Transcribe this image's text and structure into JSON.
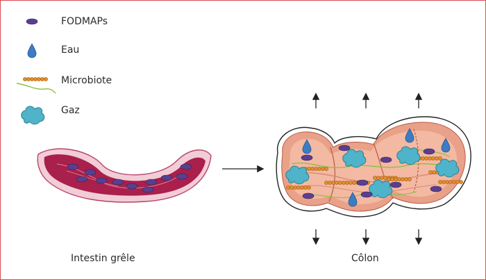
{
  "legend": {
    "items": [
      {
        "label": "FODMAPs",
        "icon": "fodmap-ellipse-icon"
      },
      {
        "label": "Eau",
        "icon": "water-drop-icon"
      },
      {
        "label": "Microbiote",
        "icon": "microbiota-chain-icon"
      },
      {
        "label": "Gaz",
        "icon": "gas-cloud-icon"
      }
    ]
  },
  "captions": {
    "small_intestine": "Intestin grêle",
    "colon": "Côlon"
  },
  "colors": {
    "frame": "#d64b52",
    "fodmap": "#5b3f8e",
    "water": "#3d7cc3",
    "microbiota": "#d8872a",
    "microbiota_line": "#8bbf3c",
    "gas": "#4fb3c9",
    "intestine_dark": "#a8204b",
    "intestine_light": "#e9b6c6",
    "colon_wall": "#e9a189",
    "colon_inner": "#f3b9a2"
  }
}
